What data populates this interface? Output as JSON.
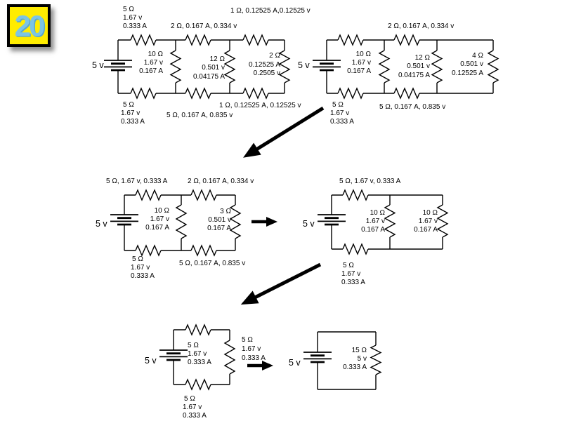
{
  "badge": {
    "number": "20"
  },
  "colors": {
    "badge_bg": "#ffec00",
    "badge_text": "#7cc4e4",
    "ink": "#000000"
  },
  "circuit1": {
    "source": "5 v",
    "top1": [
      "5 Ω",
      "1.67 v",
      "0.333 A"
    ],
    "top2": "2 Ω,  0.167 A, 0.334 v",
    "top3": "1 Ω,  0.12525  A,0.12525 v",
    "shunt1": [
      "10 Ω",
      "1.67 v",
      "0.167 A"
    ],
    "shunt2": [
      "12 Ω",
      "0.501 v",
      "0.04175 A"
    ],
    "shunt3": [
      "2 Ω",
      "0.12525  A",
      "0.2505 v"
    ],
    "bottom1": [
      "5 Ω",
      "1.67 v",
      "0.333 A"
    ],
    "bottom2": "5 Ω,  0.167 A, 0.835 v",
    "bottom3": "1 Ω,  0.12525 A, 0.12525  v"
  },
  "circuit2": {
    "source": "5 v",
    "top2": "2 Ω,  0.167 A, 0.334 v",
    "shunt1": [
      "10 Ω",
      "1.67 v",
      "0.167 A"
    ],
    "shunt2": [
      "12 Ω",
      "0.501 v",
      "0.04175 A"
    ],
    "shunt3": [
      "4 Ω",
      "0.501 v",
      "0.12525 A"
    ],
    "bottom1": [
      "5 Ω",
      "1.67 v",
      "0.333 A"
    ],
    "bottom2": "5 Ω,  0.167 A, 0.835 v"
  },
  "circuit3": {
    "source": "5 v",
    "top1": "5 Ω,  1.67 v, 0.333 A",
    "top2": "2 Ω,  0.167 A, 0.334 v",
    "shunt1": [
      "10 Ω",
      "1.67 v",
      "0.167 A"
    ],
    "shunt2": [
      "3 Ω",
      "0.501 v",
      "0.167 A"
    ],
    "bottom1": [
      "5 Ω",
      "1.67 v",
      "0.333 A"
    ],
    "bottom2": "5 Ω,  0.167 A, 0.835 v"
  },
  "circuit4": {
    "source": "5 v",
    "top1": "5 Ω,  1.67 v, 0.333 A",
    "shunt1": [
      "10 Ω",
      "1.67 v",
      "0.167 A"
    ],
    "shunt2": [
      "10 Ω",
      "1.67 v",
      "0.167 A"
    ],
    "bottom1": [
      "5 Ω",
      "1.67 v",
      "0.333 A"
    ]
  },
  "circuit5": {
    "source": "5 v",
    "top1": [
      "5 Ω",
      "1.67 v",
      "0.333 A"
    ],
    "right1": [
      "5 Ω",
      "1.67 v",
      "0.333 A"
    ],
    "bottom1": [
      "5 Ω",
      "1.67 v",
      "0.333 A"
    ]
  },
  "circuit6": {
    "source": "5 v",
    "right1": [
      "15 Ω",
      "5 v",
      "0.333 A"
    ]
  }
}
